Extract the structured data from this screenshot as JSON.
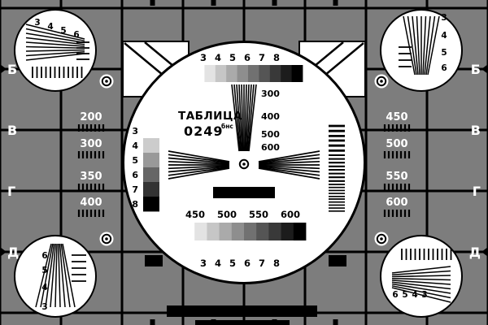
{
  "card_title": {
    "name": "ТАБЛИЦА",
    "number": "0249",
    "number_suffix": "бнс"
  },
  "colors": {
    "background": "#7d7d7d",
    "grid_line": "#000000",
    "circle_fill": "#ffffff",
    "ink": "#000000",
    "label_text": "#ffffff"
  },
  "row_letters_left": [
    "Б",
    "В",
    "Г",
    "Д"
  ],
  "row_letters_right": [
    "Б",
    "В",
    "Г",
    "Д"
  ],
  "left_frequency_labels": [
    "200",
    "300",
    "350",
    "400"
  ],
  "right_frequency_labels": [
    "450",
    "500",
    "550",
    "600"
  ],
  "center_circle": {
    "top_scale_numbers": [
      "3",
      "4",
      "5",
      "6",
      "7",
      "8"
    ],
    "vertical_wedge_labels": [
      "300",
      "400",
      "500",
      "600"
    ],
    "gray_scale_numbers": [
      "3",
      "4",
      "5",
      "6",
      "7",
      "8"
    ],
    "horizontal_wedge_labels": [
      "450",
      "500",
      "550",
      "600"
    ],
    "bottom_scale_numbers": [
      "3",
      "4",
      "5",
      "6",
      "7",
      "8"
    ]
  },
  "corner_circles": {
    "top_left_numbers": [
      "3",
      "4",
      "5",
      "6"
    ],
    "top_right_numbers": [
      "3",
      "4",
      "5",
      "6"
    ],
    "bottom_left_numbers": [
      "6",
      "5",
      "4",
      "3"
    ],
    "bottom_right_numbers": [
      "6",
      "5",
      "4",
      "3"
    ]
  }
}
